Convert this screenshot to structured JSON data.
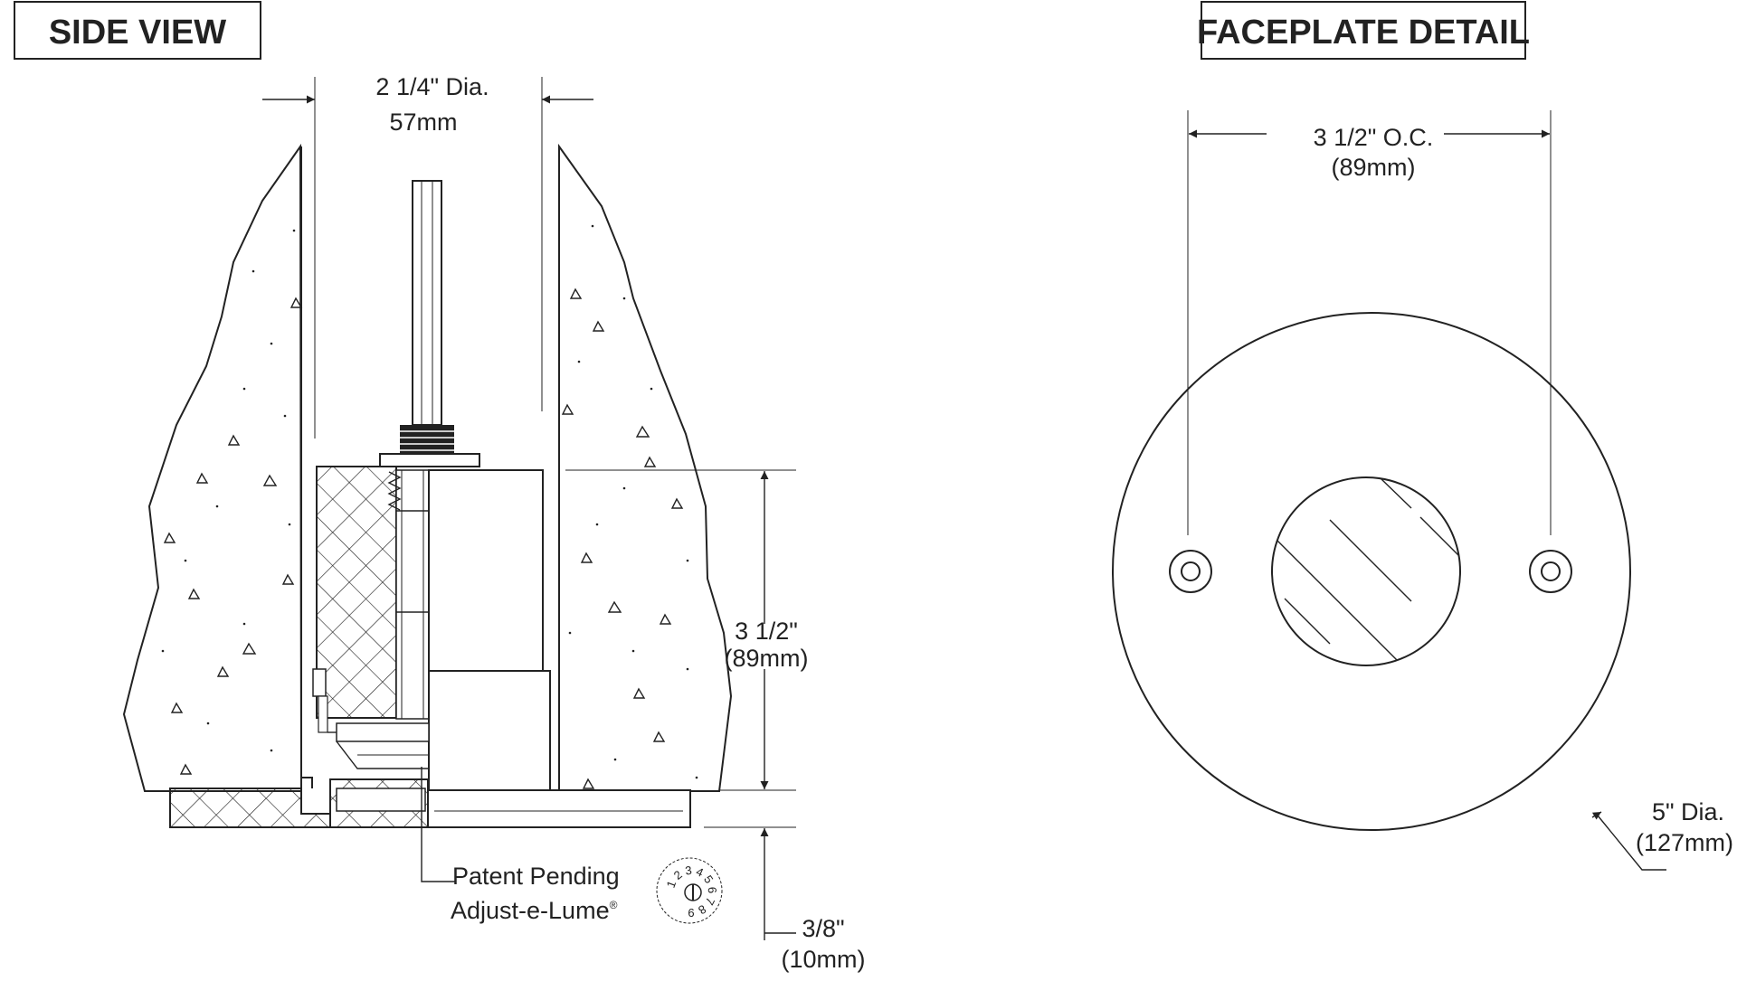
{
  "side_view": {
    "title": "SIDE VIEW",
    "dim_diameter": {
      "imperial": "2 1/4\" Dia.",
      "metric": "57mm"
    },
    "dim_height": {
      "imperial": "3 1/2\"",
      "metric": "(89mm)"
    },
    "dim_flange": {
      "imperial": "3/8\"",
      "metric": "(10mm)"
    },
    "callout": {
      "line1": "Patent Pending",
      "line2": "Adjust-e-Lume",
      "mark": "®"
    },
    "dial_numbers": [
      "1",
      "2",
      "3",
      "4",
      "5",
      "6",
      "7",
      "8",
      "9"
    ]
  },
  "faceplate_detail": {
    "title": "FACEPLATE DETAIL",
    "dim_oc": {
      "imperial": "3 1/2\" O.C.",
      "metric": "(89mm)"
    },
    "dim_diameter": {
      "imperial": "5\" Dia.",
      "metric": "(127mm)"
    }
  }
}
